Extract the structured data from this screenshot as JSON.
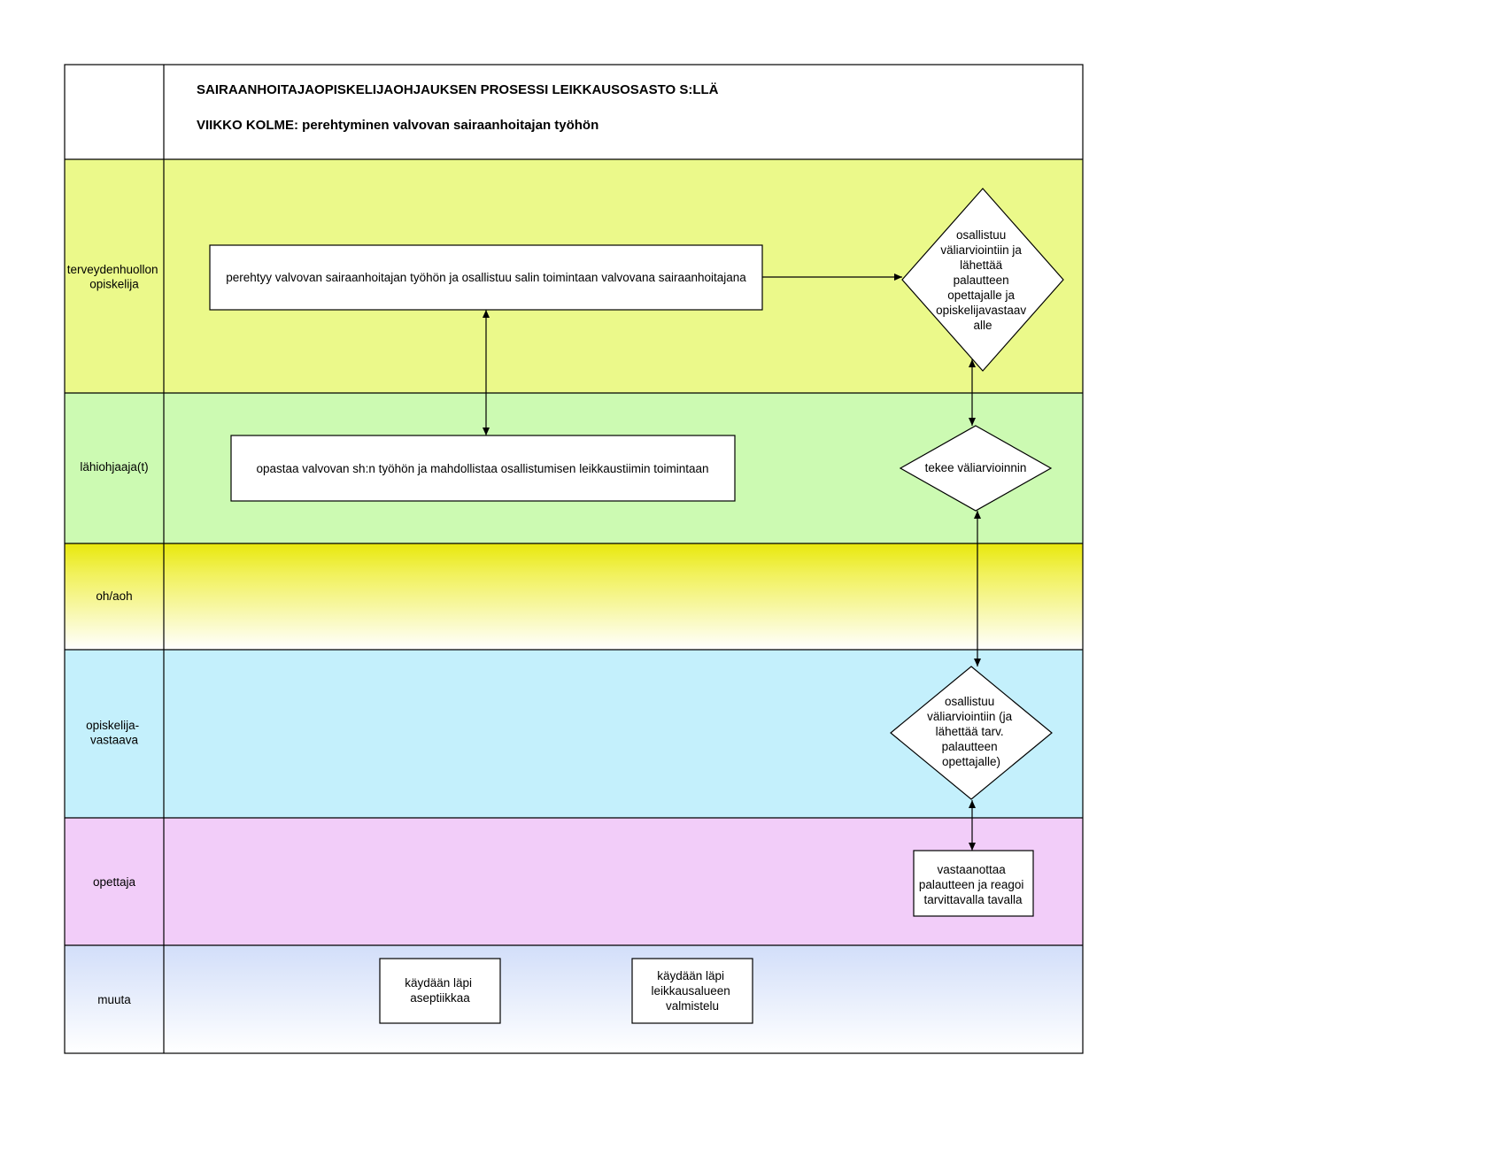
{
  "header": {
    "title": "SAIRAANHOITAJAOPISKELIJAOHJAUKSEN PROSESSI LEIKKAUSOSASTO S:LLÄ",
    "subtitle": "VIIKKO KOLME: perehtyminen valvovan sairaanhoitajan työhön"
  },
  "lanes": [
    {
      "lines": [
        "terveydenhuollon",
        "opiskelija"
      ],
      "color": "#ebf98a"
    },
    {
      "lines": [
        "lähiohjaaja(t)"
      ],
      "color": "#ccfab2"
    },
    {
      "lines": [
        "oh/aoh"
      ],
      "color": "#e8e80c"
    },
    {
      "lines": [
        "opiskelija-",
        "vastaava"
      ],
      "color": "#c4f0fc"
    },
    {
      "lines": [
        "opettaja"
      ],
      "color": "#f2cdf9"
    },
    {
      "lines": [
        "muuta"
      ],
      "color": "#d2def9"
    }
  ],
  "nodes": {
    "student_task": {
      "lines": [
        "perehtyy valvovan sairaanhoitajan työhön ja osallistuu salin toimintaan valvovana sairaanhoitajana"
      ]
    },
    "student_feedback": {
      "lines": [
        "osallistuu",
        "väliarviointiin ja",
        "lähettää",
        "palautteen",
        "opettajalle ja",
        "opiskelijavastaav",
        "alle"
      ]
    },
    "mentor_task": {
      "lines": [
        "opastaa valvovan sh:n työhön ja mahdollistaa osallistumisen leikkaustiimin toimintaan"
      ]
    },
    "mentor_eval": {
      "lines": [
        "tekee väliarvioinnin"
      ]
    },
    "responsible_eval": {
      "lines": [
        "osallistuu",
        "väliarviointiin (ja",
        "lähettää tarv.",
        "palautteen",
        "opettajalle)"
      ]
    },
    "teacher_task": {
      "lines": [
        "vastaanottaa",
        "palautteen ja reagoi",
        "tarvittavalla tavalla"
      ]
    },
    "other_asepsis": {
      "lines": [
        "käydään läpi",
        "aseptiikkaa"
      ]
    },
    "other_prep": {
      "lines": [
        "käydään läpi",
        "leikkausalueen",
        "valmistelu"
      ]
    }
  }
}
